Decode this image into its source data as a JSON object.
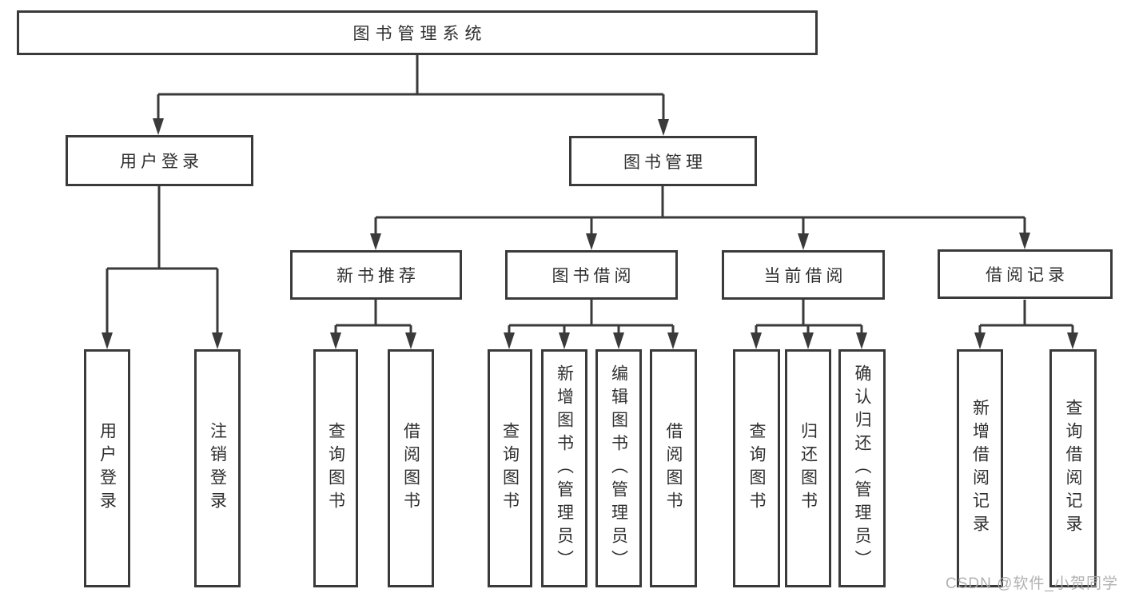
{
  "diagram": {
    "root": {
      "label": "图书管理系统"
    },
    "level2": [
      {
        "label": "用户登录"
      },
      {
        "label": "图书管理"
      }
    ],
    "level3": [
      {
        "label": "新书推荐",
        "parent": "图书管理"
      },
      {
        "label": "图书借阅",
        "parent": "图书管理"
      },
      {
        "label": "当前借阅",
        "parent": "图书管理"
      },
      {
        "label": "借阅记录",
        "parent": "图书管理"
      }
    ],
    "leaves": [
      {
        "label": "用户登录",
        "parent": "用户登录"
      },
      {
        "label": "注销登录",
        "parent": "用户登录"
      },
      {
        "label": "查询图书",
        "parent": "新书推荐"
      },
      {
        "label": "借阅图书",
        "parent": "新书推荐"
      },
      {
        "label": "查询图书",
        "parent": "图书借阅"
      },
      {
        "label": "新增图书（管理员）",
        "parent": "图书借阅"
      },
      {
        "label": "编辑图书（管理员）",
        "parent": "图书借阅"
      },
      {
        "label": "借阅图书",
        "parent": "图书借阅"
      },
      {
        "label": "查询图书",
        "parent": "当前借阅"
      },
      {
        "label": "归还图书",
        "parent": "当前借阅"
      },
      {
        "label": "确认归还（管理员）",
        "parent": "当前借阅"
      },
      {
        "label": "新增借阅记录",
        "parent": "借阅记录"
      },
      {
        "label": "查询借阅记录",
        "parent": "借阅记录"
      }
    ],
    "colors": {
      "line": "#3a3a3a",
      "text": "#2f2f2f",
      "box_bg": "#ffffff"
    },
    "watermark": "CSDN @软件_小贺同学"
  }
}
